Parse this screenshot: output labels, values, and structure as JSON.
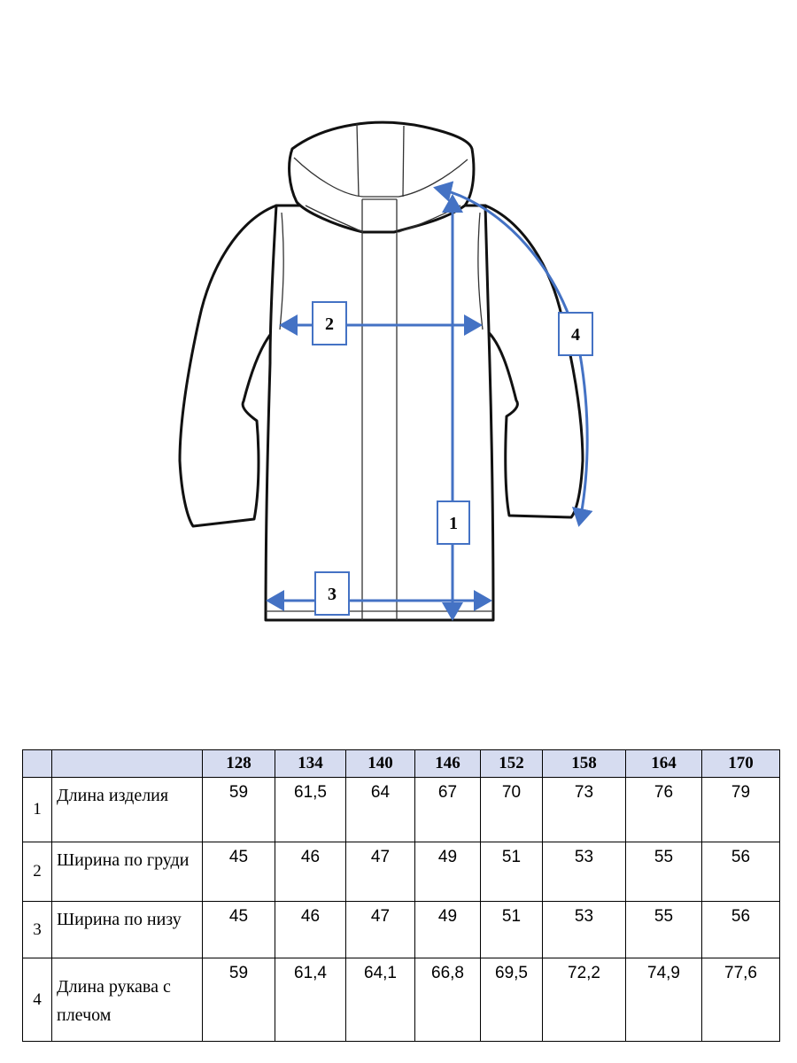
{
  "diagram": {
    "markers": [
      "1",
      "2",
      "3",
      "4"
    ]
  },
  "table": {
    "sizes": [
      "128",
      "134",
      "140",
      "146",
      "152",
      "158",
      "164",
      "170"
    ],
    "rows": [
      {
        "num": "1",
        "label": "Длина изделия",
        "values": [
          "59",
          "61,5",
          "64",
          "67",
          "70",
          "73",
          "76",
          "79"
        ]
      },
      {
        "num": "2",
        "label": "Ширина по груди",
        "values": [
          "45",
          "46",
          "47",
          "49",
          "51",
          "53",
          "55",
          "56"
        ]
      },
      {
        "num": "3",
        "label": "Ширина по низу",
        "values": [
          "45",
          "46",
          "47",
          "49",
          "51",
          "53",
          "55",
          "56"
        ]
      },
      {
        "num": "4",
        "label": "Длина рукава с плечом",
        "values": [
          "59",
          "61,4",
          "64,1",
          "66,8",
          "69,5",
          "72,2",
          "74,9",
          "77,6"
        ]
      }
    ]
  },
  "colors": {
    "accent": "#4472c4",
    "header_fill": "#d6dcf0"
  }
}
